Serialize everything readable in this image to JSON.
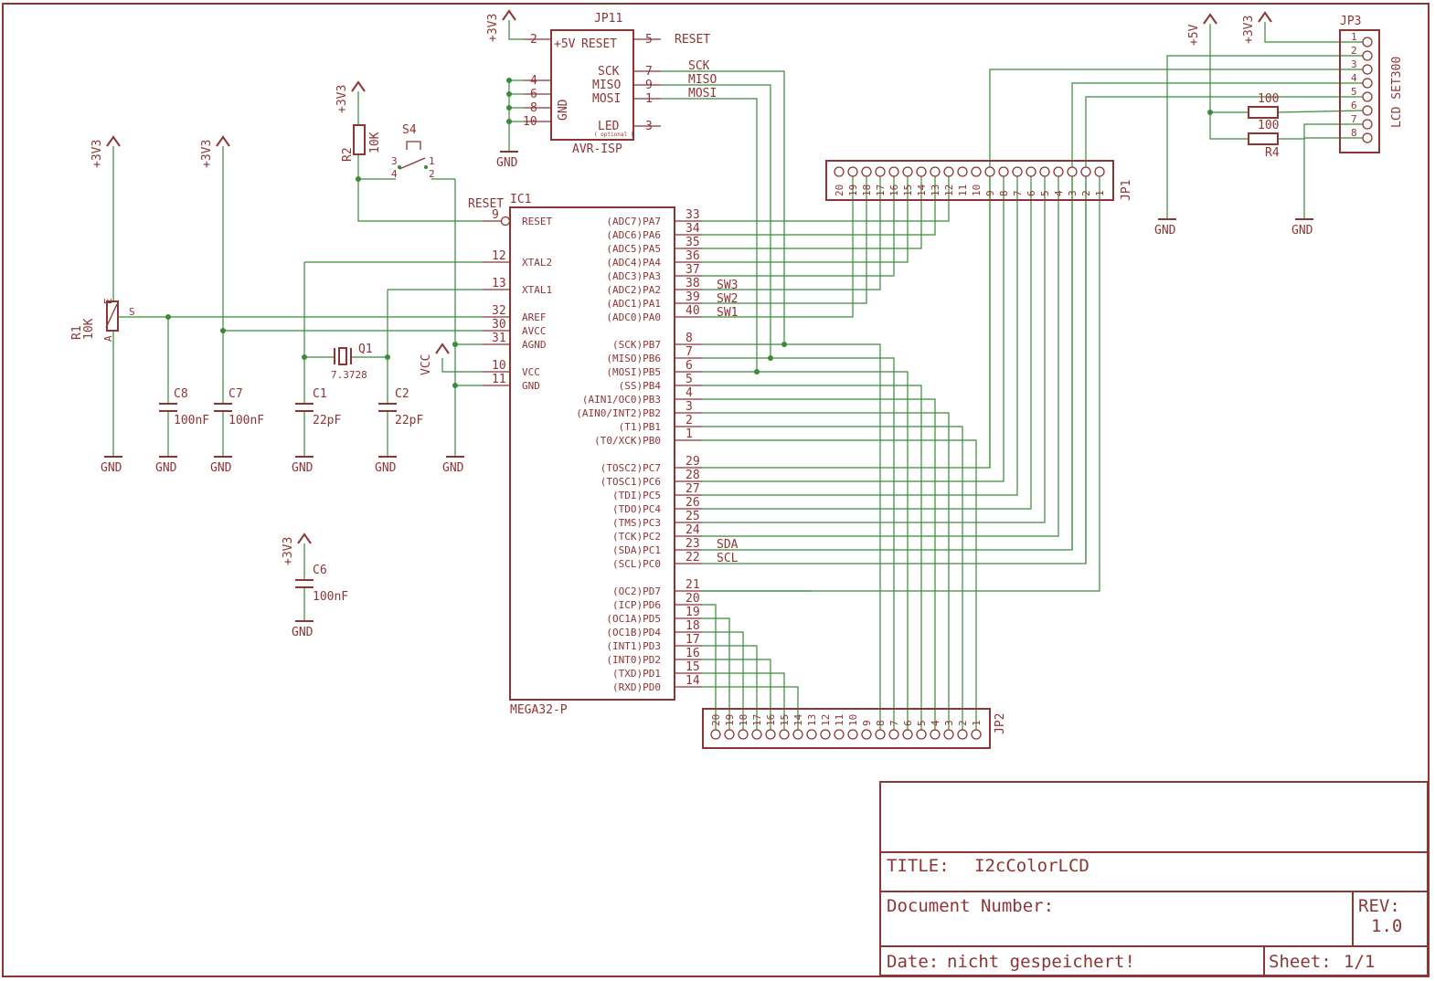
{
  "ic1": {
    "ref": "IC1",
    "value": "MEGA32-P",
    "left": [
      {
        "pin": "9",
        "name": "RESET"
      },
      {
        "pin": "12",
        "name": "XTAL2"
      },
      {
        "pin": "13",
        "name": "XTAL1"
      },
      {
        "pin": "32",
        "name": "AREF"
      },
      {
        "pin": "30",
        "name": "AVCC"
      },
      {
        "pin": "31",
        "name": "AGND"
      },
      {
        "pin": "10",
        "name": "VCC"
      },
      {
        "pin": "11",
        "name": "GND"
      }
    ],
    "right": [
      {
        "pin": "33",
        "name": "(ADC7)PA7"
      },
      {
        "pin": "34",
        "name": "(ADC6)PA6"
      },
      {
        "pin": "35",
        "name": "(ADC5)PA5"
      },
      {
        "pin": "36",
        "name": "(ADC4)PA4"
      },
      {
        "pin": "37",
        "name": "(ADC3)PA3"
      },
      {
        "pin": "38",
        "name": "(ADC2)PA2"
      },
      {
        "pin": "39",
        "name": "(ADC1)PA1"
      },
      {
        "pin": "40",
        "name": "(ADC0)PA0"
      },
      {
        "pin": "8",
        "name": "(SCK)PB7"
      },
      {
        "pin": "7",
        "name": "(MISO)PB6"
      },
      {
        "pin": "6",
        "name": "(MOSI)PB5"
      },
      {
        "pin": "5",
        "name": "(SS)PB4"
      },
      {
        "pin": "4",
        "name": "(AIN1/OC0)PB3"
      },
      {
        "pin": "3",
        "name": "(AIN0/INT2)PB2"
      },
      {
        "pin": "2",
        "name": "(T1)PB1"
      },
      {
        "pin": "1",
        "name": "(T0/XCK)PB0"
      },
      {
        "pin": "29",
        "name": "(TOSC2)PC7"
      },
      {
        "pin": "28",
        "name": "(TOSC1)PC6"
      },
      {
        "pin": "27",
        "name": "(TDI)PC5"
      },
      {
        "pin": "26",
        "name": "(TDO)PC4"
      },
      {
        "pin": "25",
        "name": "(TMS)PC3"
      },
      {
        "pin": "24",
        "name": "(TCK)PC2"
      },
      {
        "pin": "23",
        "name": "(SDA)PC1"
      },
      {
        "pin": "22",
        "name": "(SCL)PC0"
      },
      {
        "pin": "21",
        "name": "(OC2)PD7"
      },
      {
        "pin": "20",
        "name": "(ICP)PD6"
      },
      {
        "pin": "19",
        "name": "(OC1A)PD5"
      },
      {
        "pin": "18",
        "name": "(OC1B)PD4"
      },
      {
        "pin": "17",
        "name": "(INT1)PD3"
      },
      {
        "pin": "16",
        "name": "(INT0)PD2"
      },
      {
        "pin": "15",
        "name": "(TXD)PD1"
      },
      {
        "pin": "14",
        "name": "(RXD)PD0"
      }
    ],
    "reset_net": "RESET"
  },
  "net_labels": {
    "sw3": "SW3",
    "sw2": "SW2",
    "sw1": "SW1",
    "sda": "SDA",
    "scl": "SCL",
    "sck": "SCK",
    "miso": "MISO",
    "mosi": "MOSI",
    "reset": "RESET"
  },
  "jp11": {
    "ref": "JP11",
    "value": "AVR-ISP",
    "pin_2": "2",
    "pin_4": "4",
    "pin_6": "6",
    "pin_8": "8",
    "pin_10": "10",
    "pin_5": "5",
    "pin_7": "7",
    "pin_9": "9",
    "pin_1": "1",
    "pin_3": "3",
    "lbl_5v": "+5V",
    "lbl_reset": "RESET",
    "lbl_sck": "SCK",
    "lbl_miso": "MISO",
    "lbl_mosi": "MOSI",
    "lbl_gnd": "GND",
    "lbl_led": "LED",
    "lbl_optional": "( optional )"
  },
  "jp1": {
    "ref": "JP1"
  },
  "jp2": {
    "ref": "JP2"
  },
  "jp3": {
    "ref": "JP3",
    "label": "LCD SET300",
    "pins": [
      "1",
      "2",
      "3",
      "4",
      "5",
      "6",
      "7",
      "8"
    ]
  },
  "r1": {
    "ref": "R1",
    "value": "10K",
    "pin_e": "E",
    "pin_a": "A",
    "pin_s": "S"
  },
  "r2": {
    "ref": "R2",
    "value": "10K"
  },
  "r3": {
    "value": "100"
  },
  "r4": {
    "ref": "R4",
    "value": "100"
  },
  "s4": {
    "ref": "S4",
    "pin_3": "3",
    "pin_4": "4",
    "pin_1": "1",
    "pin_2": "2"
  },
  "q1": {
    "ref": "Q1",
    "value": "7.3728"
  },
  "caps": {
    "c8": {
      "ref": "C8",
      "value": "100nF"
    },
    "c7": {
      "ref": "C7",
      "value": "100nF"
    },
    "c1": {
      "ref": "C1",
      "value": "22pF"
    },
    "c2": {
      "ref": "C2",
      "value": "22pF"
    },
    "c6": {
      "ref": "C6",
      "value": "100nF"
    }
  },
  "power": {
    "v33": "+3V3",
    "v5": "+5V",
    "vcc": "VCC",
    "gnd": "GND"
  },
  "title_block": {
    "title_label": "TITLE:",
    "title": "I2cColorLCD",
    "docnum_label": "Document Number:",
    "rev_label": "REV:",
    "rev": "1.0",
    "date_label": "Date:",
    "date": "nicht gespeichert!",
    "sheet_label": "Sheet:",
    "sheet": "1/1"
  }
}
